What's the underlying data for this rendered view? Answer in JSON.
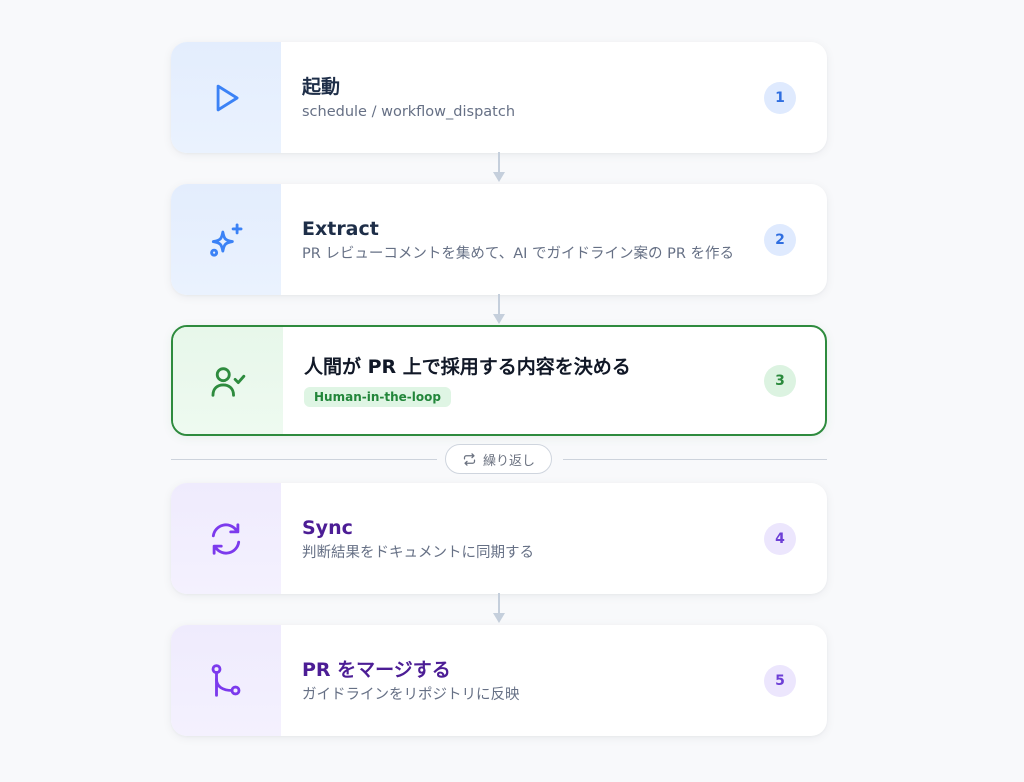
{
  "steps": [
    {
      "title": "起動",
      "subtitle": "schedule / workflow_dispatch",
      "number": "1",
      "icon": "play-icon",
      "theme": "blue"
    },
    {
      "title": "Extract",
      "subtitle": "PR レビューコメントを集めて、AI でガイドライン案の PR を作る",
      "number": "2",
      "icon": "sparkles-icon",
      "theme": "blue"
    },
    {
      "title": "人間が PR 上で採用する内容を決める",
      "tag": "Human-in-the-loop",
      "number": "3",
      "icon": "user-check-icon",
      "theme": "green"
    },
    {
      "title": "Sync",
      "subtitle": "判断結果をドキュメントに同期する",
      "number": "4",
      "icon": "refresh-icon",
      "theme": "purple"
    },
    {
      "title": "PR をマージする",
      "subtitle": "ガイドラインをリポジトリに反映",
      "number": "5",
      "icon": "git-merge-icon",
      "theme": "purple"
    }
  ],
  "loop": {
    "label": "繰り返し",
    "icon": "repeat-icon"
  },
  "colors": {
    "blue_accent": "#3b82f6",
    "green_accent": "#2e8b3e",
    "purple_accent": "#7c3aed",
    "connector": "#c5cfdc"
  }
}
